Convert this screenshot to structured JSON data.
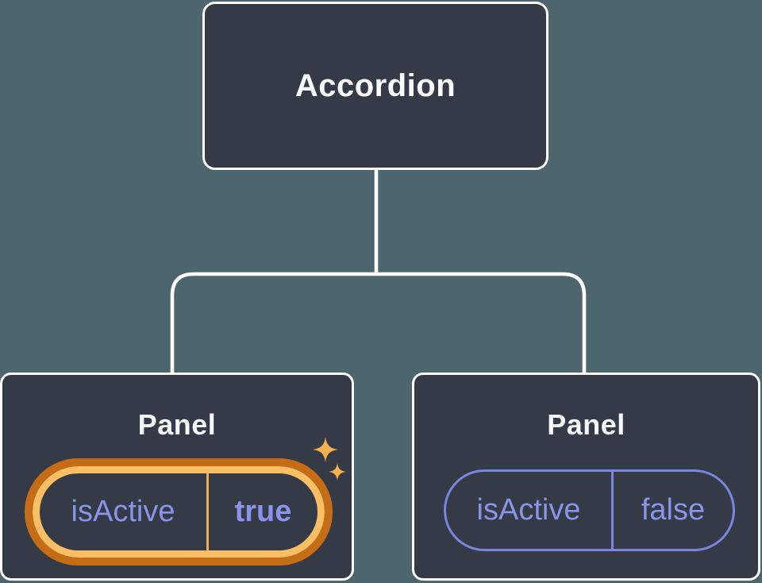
{
  "diagram": {
    "description": "Component tree showing an Accordion parent passing isActive props to two Panel children",
    "root_node": {
      "label": "Accordion"
    },
    "panels": [
      {
        "label": "Panel",
        "prop": {
          "name": "isActive",
          "value": "true"
        },
        "highlighted": true,
        "sparkles": true
      },
      {
        "label": "Panel",
        "prop": {
          "name": "isActive",
          "value": "false"
        },
        "highlighted": false,
        "sparkles": false
      }
    ],
    "colors": {
      "background": "#4D656D",
      "node_fill": "#343A46",
      "node_border": "#FFFFFF",
      "connector_line": "#FFFFFF",
      "heading_text": "#FAFBFD",
      "prop_text_purple": "#8C93E8",
      "pill_border_purple": "#7B84DE",
      "highlight_ring_outer": "#C56C16",
      "highlight_ring_inner": "#FABF65",
      "highlight_divider": "#EFAC55",
      "sparkle_gold": "#F4B14F"
    }
  }
}
